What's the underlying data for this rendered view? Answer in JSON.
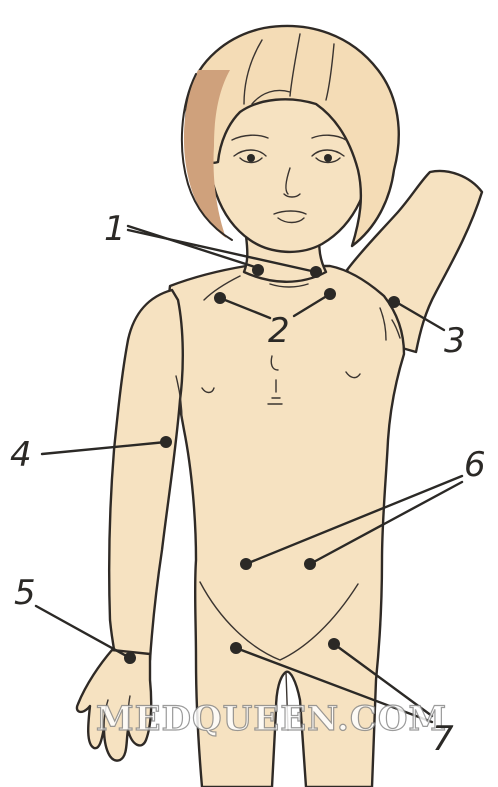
{
  "labels": {
    "l1": "1",
    "l2": "2",
    "l3": "3",
    "l4": "4",
    "l5": "5",
    "l6": "6",
    "l7": "7"
  },
  "watermark": "MEDQUEEN.COM",
  "colors": {
    "skin": "#f6e2c1",
    "hair_shadow": "#cfa17c",
    "outline": "#2f2a26",
    "marker": "#2b2926",
    "background": "#ffffff"
  }
}
